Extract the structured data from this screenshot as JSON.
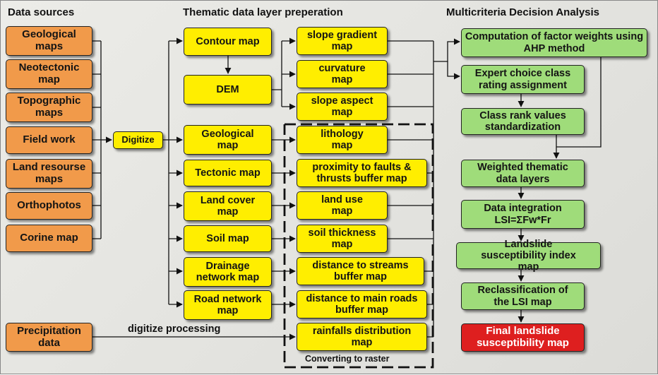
{
  "headers": {
    "data_sources": "Data sources",
    "thematic": "Thematic data layer preperation",
    "mca": "Multicriteria Decision Analysis"
  },
  "sources": {
    "geological_maps": "Geological maps",
    "neotectonic_map": "Neotectonic map",
    "topographic_maps": "Topographic maps",
    "field_work": "Field work",
    "land_resourse_maps": "Land resourse maps",
    "orthophotos": "Orthophotos",
    "corine_map": "Corine map",
    "precipitation_data": "Precipitation data"
  },
  "digitize": "Digitize",
  "thematic_maps": {
    "contour_map": "Contour map",
    "dem": "DEM",
    "geological_map": "Geological map",
    "tectonic_map": "Tectonic map",
    "land_cover_map": "Land cover map",
    "soil_map": "Soil map",
    "drainage_network_map": "Drainage network map",
    "road_network_map": "Road network map"
  },
  "factor_layers": {
    "slope_gradient": "slope gradient map",
    "curvature": "curvature map",
    "slope_aspect": "slope aspect map",
    "lithology": "lithology map",
    "proximity_faults": "proximity to faults & thrusts buffer map",
    "land_use": "land use map",
    "soil_thickness": "soil thickness map",
    "distance_streams": "distance to streams buffer map",
    "distance_roads": "distance to main roads buffer map",
    "rainfalls": "rainfalls distribution map"
  },
  "labels": {
    "digitize_processing": "digitize processing",
    "converting_to_raster": "Converting to raster"
  },
  "mca_steps": {
    "factor_weights": "Computation of factor weights using AHP method",
    "expert_choice": "Expert choice class rating assignment",
    "class_rank": "Class rank values standardization",
    "weighted_layers": "Weighted thematic data layers",
    "data_integration_line1": "Data integration",
    "data_integration_line2": "LSI=ΣFw*Fr",
    "lsi_index": "Landslide susceptibility index map",
    "reclassification": "Reclassification of the LSI map",
    "final_map": "Final landslide susceptibility map"
  },
  "colors": {
    "source_box": "#f19a4a",
    "thematic_box": "#ffee00",
    "mca_box": "#9fdc7a",
    "final_box": "#de1f1f"
  }
}
